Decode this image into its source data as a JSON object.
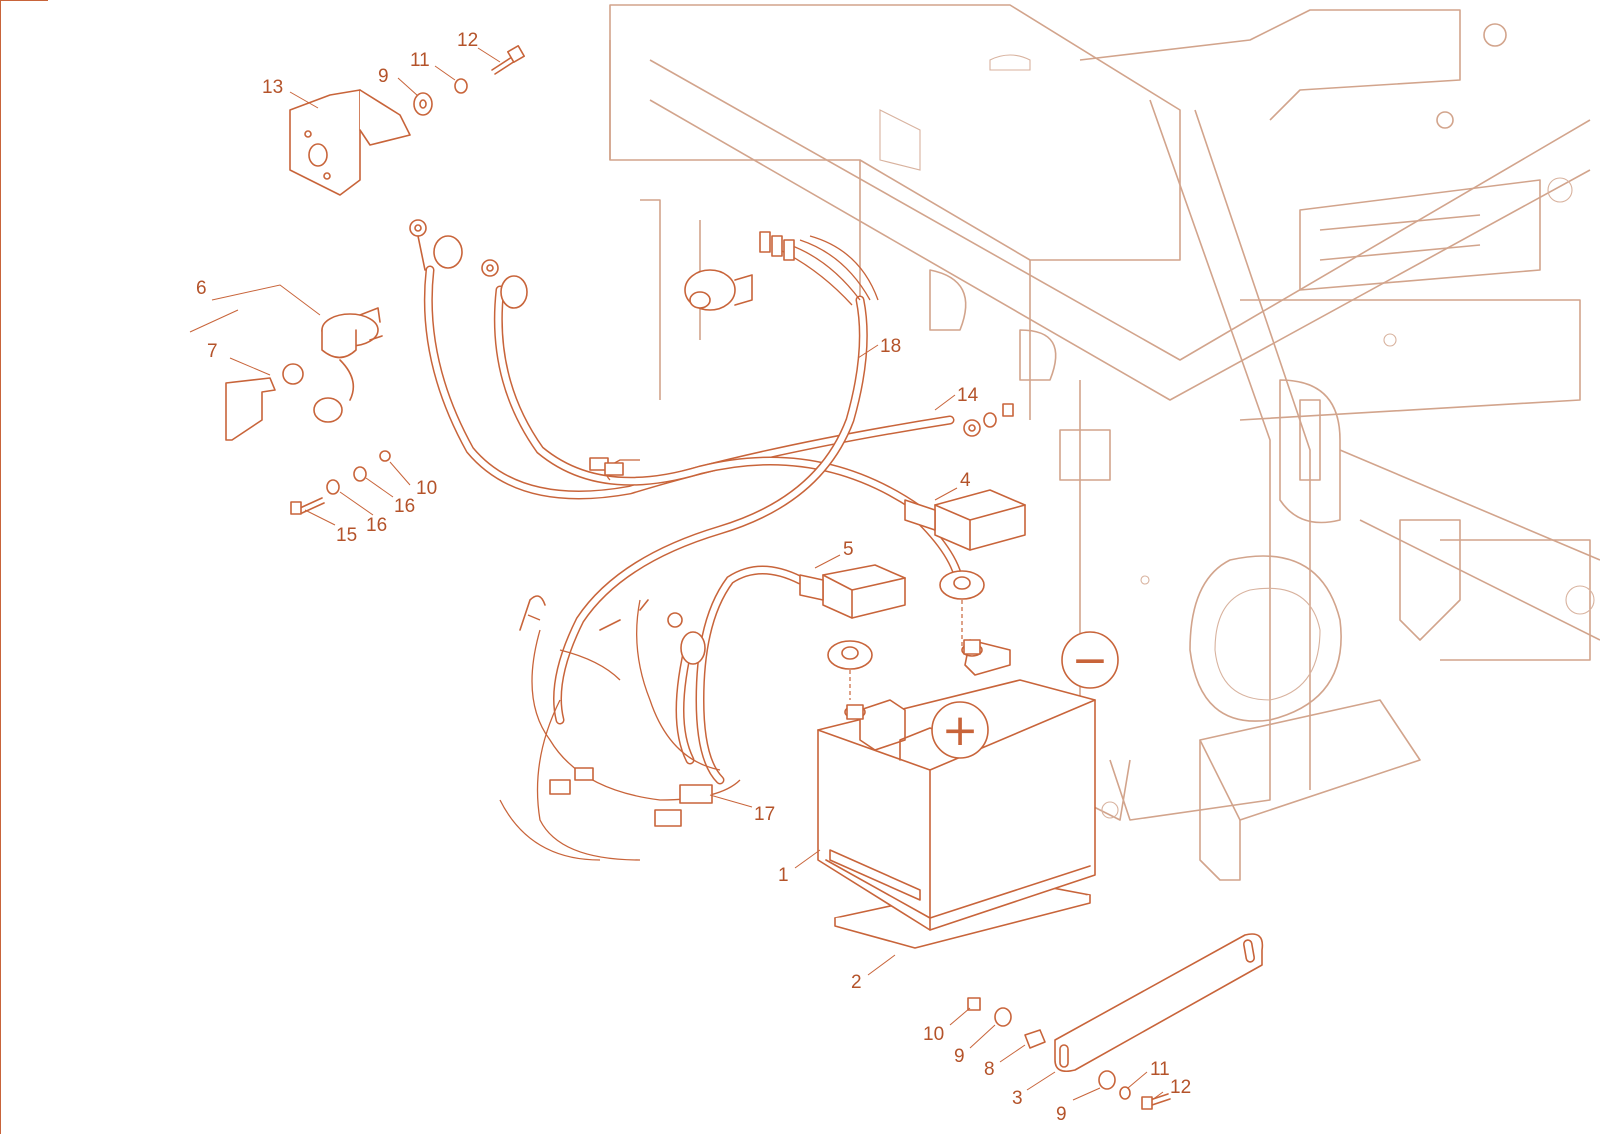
{
  "colors": {
    "line": "#c8643a",
    "frame": "#d2a48c",
    "text": "#b4532a",
    "background": "#ffffff"
  },
  "symbols": {
    "positive": "+",
    "negative": "−"
  },
  "callouts": [
    "1",
    "2",
    "3",
    "4",
    "5",
    "6",
    "7",
    "8",
    "9",
    "9",
    "9",
    "10",
    "10",
    "11",
    "11",
    "12",
    "12",
    "13",
    "14",
    "15",
    "16",
    "16",
    "17",
    "18"
  ]
}
